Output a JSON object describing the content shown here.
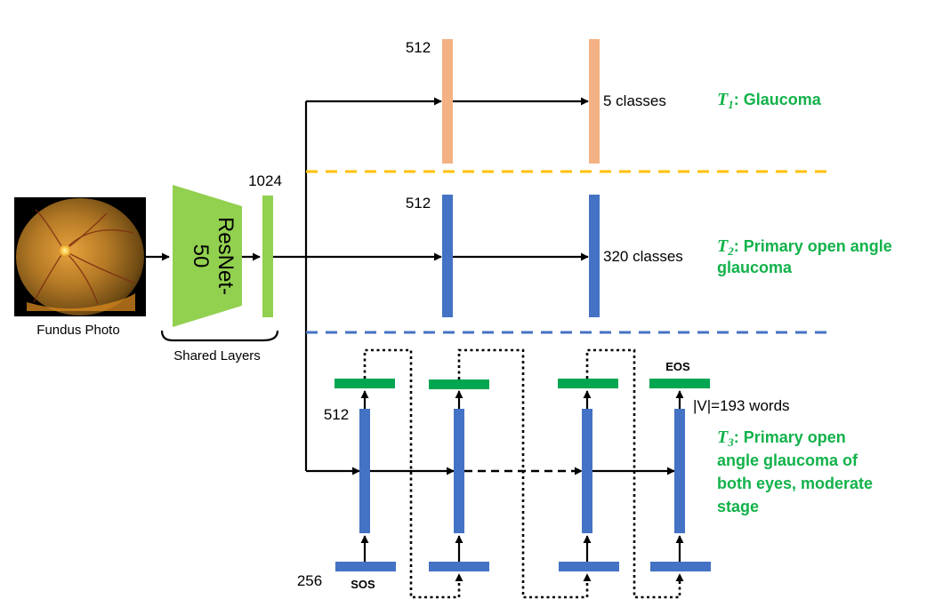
{
  "input": {
    "photo_label": "Fundus Photo",
    "shared_label": "Shared Layers"
  },
  "backbone": {
    "name_line1": "ResNet-",
    "name_line2": "50",
    "feature_dim": "1024"
  },
  "colors": {
    "task1": "#f4b183",
    "task2": "#4472c4",
    "task3_bar": "#4472c4",
    "token": "#00a651",
    "backbone": "#92d050",
    "task_text": "#12b24a",
    "divider1": "#ffc000",
    "divider2": "#4472c4"
  },
  "tasks": [
    {
      "id": "T1",
      "symbol": "T",
      "subscript": "1",
      "title_lines": [
        ": Glaucoma"
      ],
      "hidden_dim": "512",
      "output": "5 classes"
    },
    {
      "id": "T2",
      "symbol": "T",
      "subscript": "2",
      "title_lines": [
        ": Primary open angle",
        "glaucoma"
      ],
      "hidden_dim": "512",
      "output": "320 classes"
    },
    {
      "id": "T3",
      "symbol": "T",
      "subscript": "3",
      "title_lines": [
        ": Primary open",
        "angle glaucoma of",
        "both eyes, moderate",
        "stage"
      ],
      "hidden_dim": "512",
      "embed_dim": "256",
      "vocab": "|V|=193 words",
      "start_token": "SOS",
      "end_token": "EOS"
    }
  ]
}
